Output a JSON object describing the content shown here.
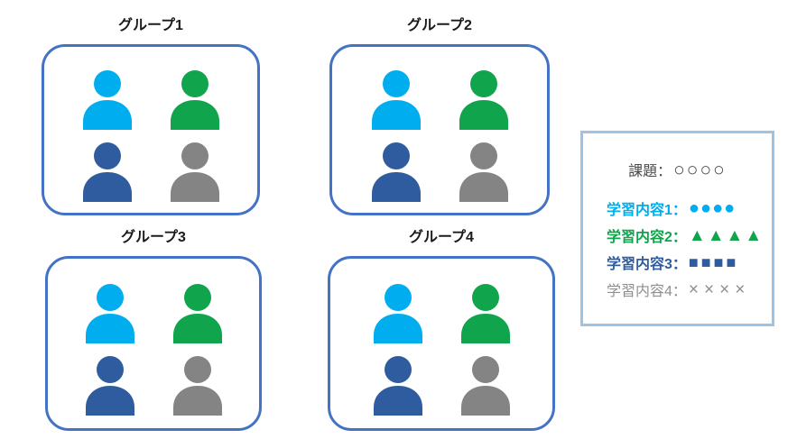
{
  "palette": {
    "group_border": "#4472C4",
    "legend_border": "#9DC3E6",
    "member_light_blue": "#00AEEF",
    "member_green": "#10A44D",
    "member_dark_blue": "#2E5C9E",
    "member_gray": "#848484"
  },
  "groups": [
    {
      "title": "グループ1",
      "members": [
        {
          "icon": "person-icon",
          "color_name": "light-blue",
          "color": "#00AEEF"
        },
        {
          "icon": "person-icon",
          "color_name": "green",
          "color": "#10A44D"
        },
        {
          "icon": "person-icon",
          "color_name": "dark-blue",
          "color": "#2E5C9E"
        },
        {
          "icon": "person-icon",
          "color_name": "gray",
          "color": "#848484"
        }
      ]
    },
    {
      "title": "グループ2",
      "members": [
        {
          "icon": "person-icon",
          "color_name": "light-blue",
          "color": "#00AEEF"
        },
        {
          "icon": "person-icon",
          "color_name": "green",
          "color": "#10A44D"
        },
        {
          "icon": "person-icon",
          "color_name": "dark-blue",
          "color": "#2E5C9E"
        },
        {
          "icon": "person-icon",
          "color_name": "gray",
          "color": "#848484"
        }
      ]
    },
    {
      "title": "グループ3",
      "members": [
        {
          "icon": "person-icon",
          "color_name": "light-blue",
          "color": "#00AEEF"
        },
        {
          "icon": "person-icon",
          "color_name": "green",
          "color": "#10A44D"
        },
        {
          "icon": "person-icon",
          "color_name": "dark-blue",
          "color": "#2E5C9E"
        },
        {
          "icon": "person-icon",
          "color_name": "gray",
          "color": "#848484"
        }
      ]
    },
    {
      "title": "グループ4",
      "members": [
        {
          "icon": "person-icon",
          "color_name": "light-blue",
          "color": "#00AEEF"
        },
        {
          "icon": "person-icon",
          "color_name": "green",
          "color": "#10A44D"
        },
        {
          "icon": "person-icon",
          "color_name": "dark-blue",
          "color": "#2E5C9E"
        },
        {
          "icon": "person-icon",
          "color_name": "gray",
          "color": "#848484"
        }
      ]
    }
  ],
  "legend": {
    "task": {
      "label": "課題：",
      "symbols": "○○○○",
      "color": "#4A4A4A"
    },
    "items": [
      {
        "label": "学習内容1：",
        "symbols": "●●●●",
        "color": "#00AEEF",
        "weight": "700"
      },
      {
        "label": "学習内容2：",
        "symbols": "▲▲▲▲",
        "color": "#10A44D",
        "weight": "700"
      },
      {
        "label": "学習内容3：",
        "symbols": "■■■■",
        "color": "#2E5C9E",
        "weight": "700"
      },
      {
        "label": "学習内容4：",
        "symbols": "××××",
        "color": "#8F8F8F",
        "weight": "400"
      }
    ]
  }
}
